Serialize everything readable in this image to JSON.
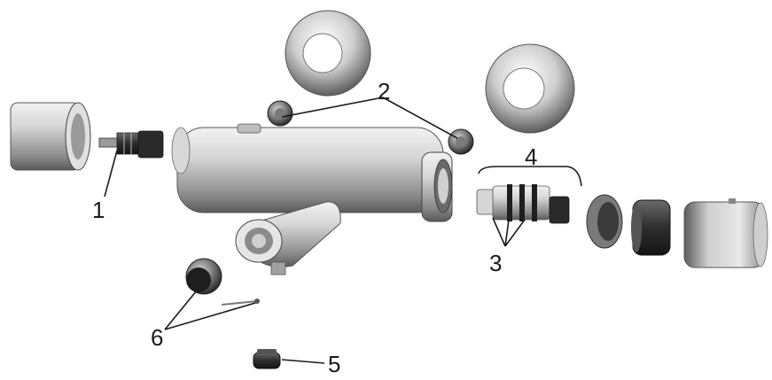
{
  "callouts": {
    "c1": "1",
    "c2": "2",
    "c3": "3",
    "c4": "4",
    "c5": "5",
    "c6": "6"
  },
  "colors": {
    "background": "#ffffff",
    "ink": "#1a1a1a",
    "metal_light": "#e6e6e6",
    "metal_mid": "#a8a8a8",
    "metal_dark": "#3a3a3a"
  }
}
